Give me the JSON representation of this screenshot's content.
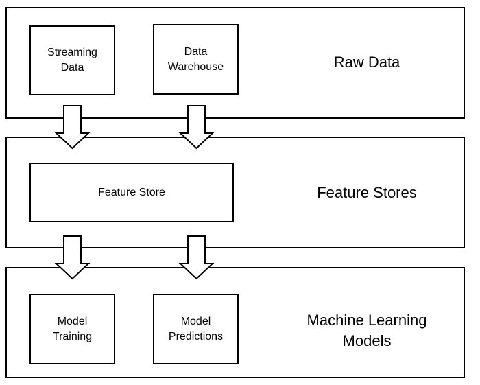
{
  "layers": {
    "raw": {
      "label": "Raw Data"
    },
    "features": {
      "label": "Feature Stores"
    },
    "models": {
      "label": "Machine Learning\nModels"
    }
  },
  "boxes": {
    "streaming": "Streaming\nData",
    "warehouse": "Data\nWarehouse",
    "feature_store": "Feature Store",
    "training": "Model\nTraining",
    "predictions": "Model\nPredictions"
  }
}
